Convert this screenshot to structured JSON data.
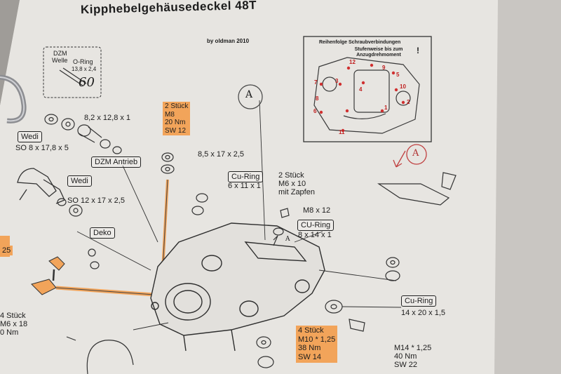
{
  "colors": {
    "paper": "#e8e6e2",
    "ink": "#2a2a2a",
    "highlight": "#f2a45a",
    "background": "#b9b6b2"
  },
  "page": {
    "title": "Kipphebelgehäusedeckel 48T",
    "credit": "by oldman 2010",
    "circle_label_top": "A",
    "circle_label_right": "A",
    "arrow_mark": "A"
  },
  "inset": {
    "title": "Reihenfolge Schraubverbindungen",
    "subtitle": "Stufenweise bis zum Anzugdrehmoment",
    "mark": "!",
    "numbers": [
      "1",
      "2",
      "3",
      "4",
      "5",
      "6",
      "7",
      "8",
      "9",
      "10",
      "11",
      "12"
    ]
  },
  "dzm": {
    "line1": "DZM",
    "line2": "Welle",
    "oring_label": "O-Ring",
    "oring_size": "13,8 x 2,4",
    "handwritten": "60"
  },
  "labels": {
    "washer_size_a": "8,2 x 12,8 x 1",
    "wedi_a": "Wedi",
    "wedi_a_size": "SO 8 x 17,8 x 5",
    "dzm_antrieb": "DZM Antrieb",
    "washer_size_b": "8,5 x 17 x 2,5",
    "wedi_b": "Wedi",
    "wedi_b_size": "SO 12 x 17 x 2,5",
    "deko": "Deko",
    "cu_ring_a": "Cu-Ring",
    "cu_ring_a_size": "6 x 11 x 1",
    "m6": [
      "2 Stück",
      "M6 x 10",
      "mit Zapfen"
    ],
    "m8": "M8 x 12",
    "cu_ring_b": "CU-Ring",
    "cu_ring_b_size": "8 x 14 x 1",
    "cu_ring_c": "Cu-Ring",
    "cu_ring_c_size": "14 x 20 x 1,5",
    "m14": [
      "M14 * 1,25",
      "40 Nm",
      "SW 22"
    ],
    "left_cut_a": "25",
    "left_cut_b": [
      "4 Stück",
      "M6 x 18",
      "0 Nm"
    ]
  },
  "highlights": {
    "m8_group": [
      "2 Stück",
      "M8",
      "20 Nm",
      "SW 12"
    ],
    "m10_group": [
      "4 Stück",
      "M10 * 1,25",
      "38 Nm",
      "SW 14"
    ]
  }
}
